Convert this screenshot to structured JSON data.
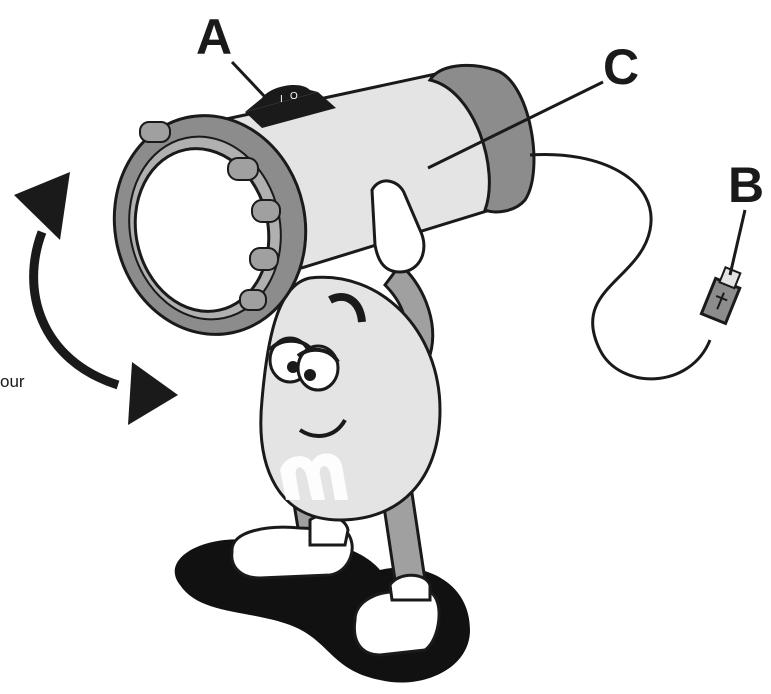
{
  "labels": {
    "a": "A",
    "b": "B",
    "c": "C"
  },
  "partial_text": "our",
  "colors": {
    "outline": "#1a1a1a",
    "shadow": "#111111",
    "body_fill": "#e4e4e4",
    "bezel_fill": "#8c8c8c",
    "endcap_fill": "#8c8c8c",
    "limb_fill": "#a0a0a0",
    "white": "#ffffff"
  },
  "icons": [
    "rotate-double-arrow-icon",
    "usb-plug-icon",
    "power-switch-icon"
  ]
}
